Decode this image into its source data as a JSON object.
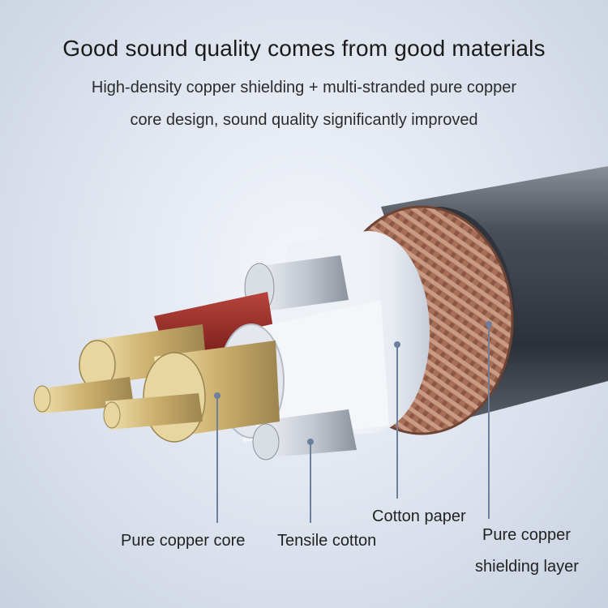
{
  "header": {
    "title": "Good sound quality comes from good materials",
    "subtitle_line1": "High-density copper shielding + multi-stranded pure copper",
    "subtitle_line2": "core design, sound quality significantly improved"
  },
  "labels": {
    "pure_copper_core": "Pure copper core",
    "tensile_cotton": "Tensile cotton",
    "cotton_paper": "Cotton paper",
    "shielding_line1": "Pure copper",
    "shielding_line2": "shielding layer"
  },
  "colors": {
    "jacket": "#3a3f48",
    "shield": "#b07a64",
    "paper": "#f2f4f8",
    "red_insulation": "#8a1f1c",
    "copper": "#d9c289",
    "silver": "#cfd3da"
  }
}
